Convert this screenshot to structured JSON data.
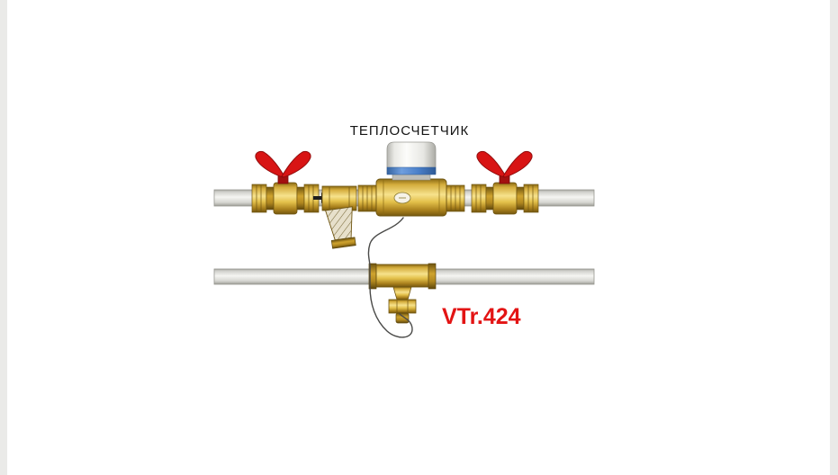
{
  "labels": {
    "title": "ТЕПЛОСЧЕТЧИК",
    "sensor": "VTr.424"
  },
  "colors": {
    "handle_red": "#d81414",
    "handle_red_dark": "#8f0b0b",
    "label_red": "#e31414",
    "brass": "#d9b33a",
    "pipe": "#dedddb",
    "cap_blue": "#4a7fc8",
    "wire": "#4a4a48",
    "arrow_black": "#1d1d1d"
  },
  "parts": [
    "supply-pipe",
    "ball-valve-left",
    "flow-arrow",
    "y-strainer",
    "heat-meter",
    "ball-valve-right",
    "return-pipe",
    "tee-sensor-pocket",
    "sensor-cable"
  ]
}
